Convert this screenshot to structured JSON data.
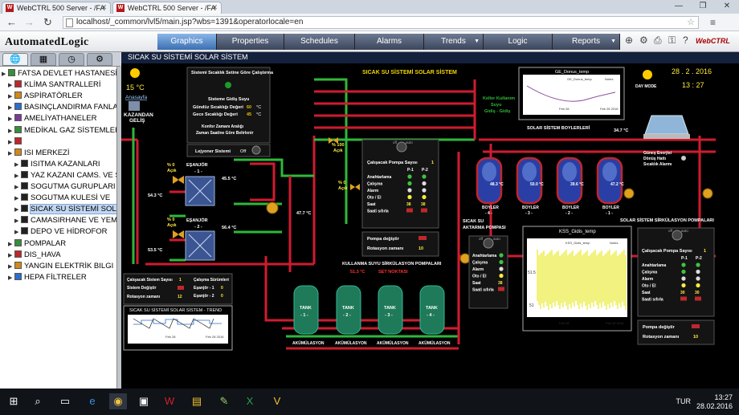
{
  "browser": {
    "tabs": [
      {
        "title": "WebCTRL 500 Server - /FA"
      },
      {
        "title": "WebCTRL 500 Server - /FA"
      }
    ],
    "url": "localhost/_common/lvl5/main.jsp?wbs=1391&operatorlocale=en"
  },
  "app": {
    "logo": "AutomatedLogic",
    "menu": [
      {
        "label": "Graphics",
        "active": true
      },
      {
        "label": "Properties"
      },
      {
        "label": "Schedules"
      },
      {
        "label": "Alarms"
      },
      {
        "label": "Trends"
      },
      {
        "label": "Logic"
      },
      {
        "label": "Reports"
      }
    ],
    "brand": "WebCTRL"
  },
  "tree": {
    "items": [
      {
        "label": "FATSA DEVLET HASTANESİ",
        "level": 0
      },
      {
        "label": "KLİMA SANTRALLERİ",
        "level": 1
      },
      {
        "label": "ASPİRATÖRLER",
        "level": 1
      },
      {
        "label": "BASINÇLANDIRMA FANLARI",
        "level": 1
      },
      {
        "label": "AMELİYATHANELER",
        "level": 1
      },
      {
        "label": "MEDİKAL GAZ SİSTEMLERİ",
        "level": 1
      },
      {
        "label": "",
        "level": 1
      },
      {
        "label": "ISI MERKEZİ",
        "level": 1
      },
      {
        "label": "ISITMA KAZANLARI",
        "level": 2
      },
      {
        "label": "YAZ KAZANI CAMS. VE SICAK",
        "level": 2
      },
      {
        "label": "SOGUTMA GURUPLARI",
        "level": 2
      },
      {
        "label": "SOGUTMA KULESİ VE",
        "level": 2
      },
      {
        "label": "SICAK SU SİSTEMİ SOLAR",
        "level": 2,
        "selected": true
      },
      {
        "label": "CAMASIRHANE VE YEMEKHANE",
        "level": 2
      },
      {
        "label": "DEPO VE HİDROFOR",
        "level": 2
      },
      {
        "label": "POMPALAR",
        "level": 1
      },
      {
        "label": "DIS_HAVA",
        "level": 1
      },
      {
        "label": "YANGIN ELEKTRİK BILGI",
        "level": 1
      },
      {
        "label": "HEPA FİLTRELER",
        "level": 1
      }
    ]
  },
  "graphic": {
    "title": "SICAK SU SİSTEMİ SOLAR SİSTEM",
    "center_title": "SICAK SU SİSTEMİ SOLAR SİSTEM",
    "weather": {
      "temp": "15 °C",
      "link": "Anasayfa"
    },
    "kazan_label": "KAZANDAN\nGELİŞ",
    "date": "28 . 2 . 2016",
    "time": "13 : 27",
    "day_mode": "DAY MODE",
    "info_box": {
      "title": "Sistemi Sıcaklık Setine Göre Çalıştırma",
      "sub": "Sisteme Gidiş Suyu",
      "rows": [
        {
          "label": "Gündüz Sıcaklığı Değeri",
          "value": "60",
          "unit": "°C"
        },
        {
          "label": "Gece Sıcaklığı Değeri",
          "value": "45",
          "unit": "°C"
        }
      ],
      "footer": "Konfor Zamanı Aralığı\nZaman Saatine Göre Belirlenir"
    },
    "lejyoner": {
      "label": "Lejyoner Sistemi",
      "state": "Off"
    },
    "exchangers": [
      {
        "name": "EŞANJÖR",
        "num": "- 1 -",
        "valve_pct": "% 0",
        "valve_state": "Açık",
        "t_in": "54.3 °C",
        "t_out": "45.5 °C"
      },
      {
        "name": "EŞANJÖR",
        "num": "- 2 -",
        "valve_pct": "% 0",
        "valve_state": "Açık",
        "t_in": "53.5 °C",
        "t_out": "56.4 °C"
      }
    ],
    "pump_left_temp": "47.7 °C",
    "valve_100": {
      "pct": "% 100",
      "state": "Açık"
    },
    "valve_0": {
      "pct": "% 0",
      "state": "Açık"
    },
    "pump_panel_left": {
      "title": "Çalışacak Pompa Sayısı",
      "count": "1",
      "cols": [
        "P-1",
        "P-2"
      ],
      "rows": [
        "Anahtarlama",
        "Çalışma",
        "Alarm",
        "Oto / El",
        "Saat",
        "Saati sıfırla"
      ],
      "saat": [
        "38",
        "38"
      ]
    },
    "pompa_degistir": {
      "label": "Pompa değiştir",
      "rot_label": "Rotasyon zamanı",
      "rot_value": "10"
    },
    "return_labels": [
      "Keller Kullanım",
      "Suyu",
      "Gidiş - Gidiş"
    ],
    "trend_top": {
      "title": "GE_Donus_temp",
      "legend": "GE_Donus_temp",
      "notes": "Notes",
      "x1": "Feb 28\n2016",
      "x2": "Feb 28 2016\n12:00"
    },
    "boiler_title": "SOLAR SİSTEM BOYLERLERİ",
    "solar_temp": "34.7 °C",
    "solar_alarm": "Güneş Enerjisi\nDönüş Hattı\nSıcaklık Alarmı",
    "boilers": [
      {
        "label": "BOYLER",
        "num": "- 4 -",
        "temp": "48.3 °C"
      },
      {
        "label": "BOYLER",
        "num": "- 3 -",
        "temp": "50.0 °C"
      },
      {
        "label": "BOYLER",
        "num": "- 2 -",
        "temp": "39.6 °C"
      },
      {
        "label": "BOYLER",
        "num": "- 1 -",
        "temp": "47.2 °C"
      }
    ],
    "aktarma_label": "SICAK SU\nAKTARMA POMPASI",
    "kullanma_label": "KULLANMA SUYU SİRKÜLASYON POMPALARI",
    "solar_pump_label": "SOLAR SİSTEM SİRKÜLASYON POMPALARI",
    "set_temp": "51.3 °C",
    "set_label": "SET NOKTASI",
    "tanks": [
      {
        "label": "TANK",
        "num": "- 1 -",
        "footer": "AKÜMÜLASYON"
      },
      {
        "label": "TANK",
        "num": "- 2 -",
        "footer": "AKÜMÜLASYON"
      },
      {
        "label": "TANK",
        "num": "- 3 -",
        "footer": "AKÜMÜLASYON"
      },
      {
        "label": "TANK",
        "num": "- 4 -",
        "footer": "AKÜMÜLASYON"
      }
    ],
    "bottom_left_panel": {
      "rows": [
        {
          "label": "Çalışacak Sistem Sayısı",
          "value": "1"
        },
        {
          "label": "Sistem Değiştir",
          "value": ""
        },
        {
          "label": "Rotasyon zamanı",
          "value": "12"
        }
      ],
      "right_title": "Çalışma Sürümleri",
      "right_rows": [
        {
          "label": "Eşanjör - 1",
          "value": "0"
        },
        {
          "label": "Eşanjör - 2",
          "value": "0"
        }
      ]
    },
    "trend_bottom_left": {
      "title": "SICAK SU SİSTEMİ SOLAR SİSTEM - TREND",
      "x1": "Feb 28\n2016",
      "x2": "Feb 28 2016\n12:00"
    },
    "trend_mid": {
      "title": "KSS_Gidis_temp",
      "legend": "KSS_Gidis_temp",
      "notes": "Notes",
      "y_top": "51.5",
      "y_bot": "51",
      "x1": "Feb 28\n2016",
      "x2": "Feb 28 2016\n12:00"
    },
    "pump_panel_mid": {
      "rows": [
        "Anahtarlama",
        "Çalışma",
        "Alarm",
        "Oto / El",
        "Saat",
        "Saati sıfırla"
      ],
      "saat": "38"
    },
    "pump_panel_right": {
      "title": "Çalışacak Pompa Sayısı",
      "count": "1",
      "cols": [
        "P-1",
        "P-2"
      ],
      "rows": [
        "Anahtarlama",
        "Çalışma",
        "Alarm",
        "Oto / El",
        "Saat",
        "Saati sıfırla"
      ],
      "saat": [
        "30",
        "30"
      ]
    },
    "pompa_degistir_right": {
      "label": "Pompa değiştir",
      "rot_label": "Rotasyon zamanı",
      "rot_value": "10"
    },
    "auto_label": "auto",
    "off_label": "off"
  },
  "taskbar": {
    "lang": "TUR",
    "time": "13:27",
    "date": "28.02.2016"
  }
}
